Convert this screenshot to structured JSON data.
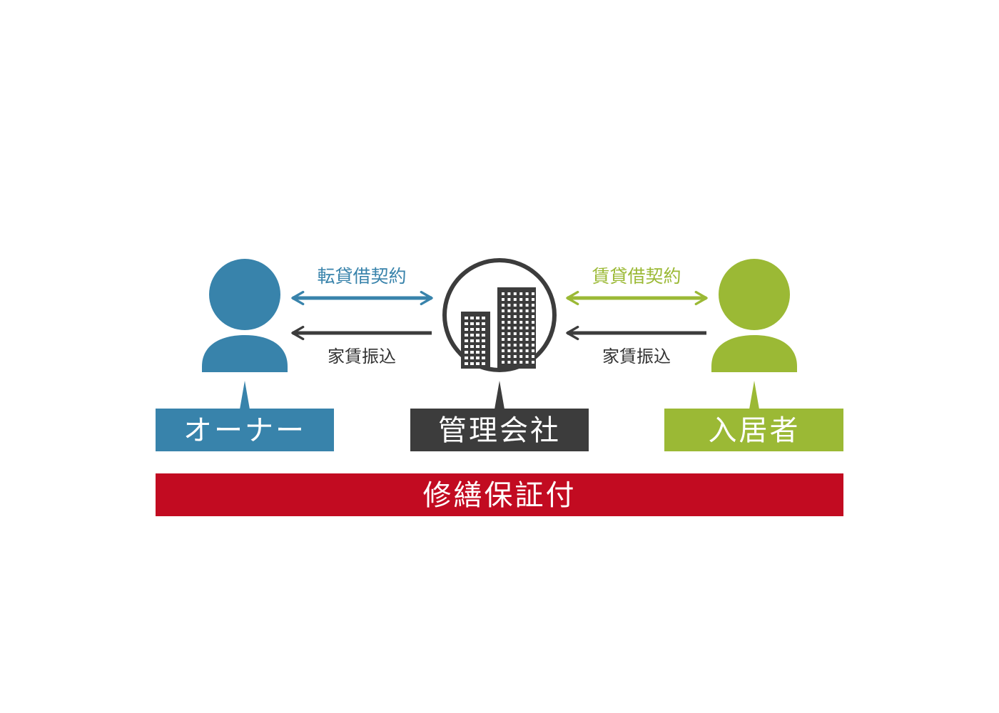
{
  "colors": {
    "owner": "#3883ab",
    "company": "#3c3c3c",
    "tenant": "#9bb935",
    "guarantee": "#c20b21",
    "arrow_payment": "#3c3c3c",
    "label_text": "#ffffff",
    "payment_text": "#333333"
  },
  "nodes": {
    "owner": {
      "label": "オーナー",
      "icon": "person-icon"
    },
    "company": {
      "label": "管理会社",
      "icon": "buildings-icon"
    },
    "tenant": {
      "label": "入居者",
      "icon": "person-icon"
    }
  },
  "relations": {
    "owner_company_contract": "転貸借契約",
    "owner_company_payment": "家賃振込",
    "company_tenant_contract": "賃貸借契約",
    "company_tenant_payment": "家賃振込"
  },
  "banner": {
    "label": "修繕保証付"
  }
}
